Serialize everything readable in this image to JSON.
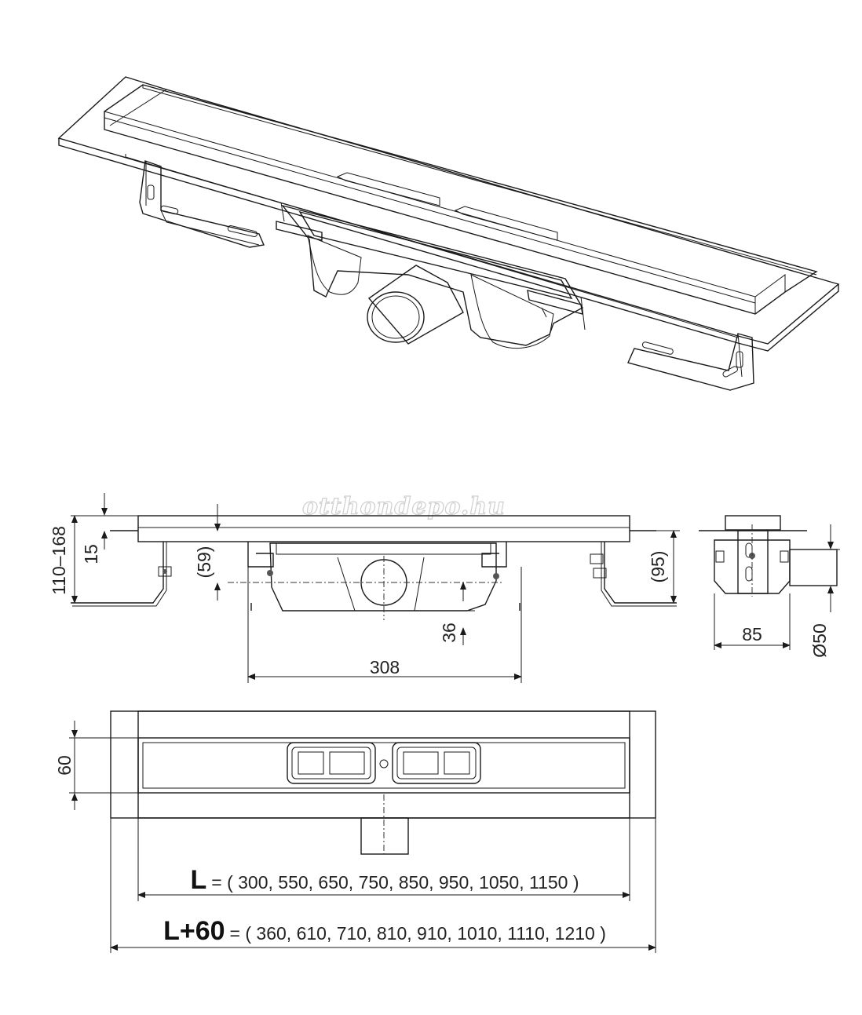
{
  "watermark": "otthondepo.hu",
  "side_view": {
    "height_range": "110–168",
    "top_offset": "15",
    "outlet_axis": "(59)",
    "depth": "(95)",
    "bottom_clearance": "36",
    "trap_width": "308"
  },
  "end_view": {
    "width": "85",
    "outlet_diameter": "Ø50"
  },
  "plan_view": {
    "channel_width": "60",
    "length_label": "L",
    "length_values": "= ( 300, 550, 650, 750, 850, 950, 1050, 1150 )",
    "total_length_label": "L+60",
    "total_length_values": "= ( 360, 610, 710, 810, 910, 1010, 1110, 1210 )"
  },
  "colors": {
    "steel_light": "#eeeeee",
    "steel_mid": "#c9c9c9",
    "trap_gray": "#8a8a8a",
    "trap_dark": "#6d6d6d",
    "line": "#1a1a1a"
  }
}
